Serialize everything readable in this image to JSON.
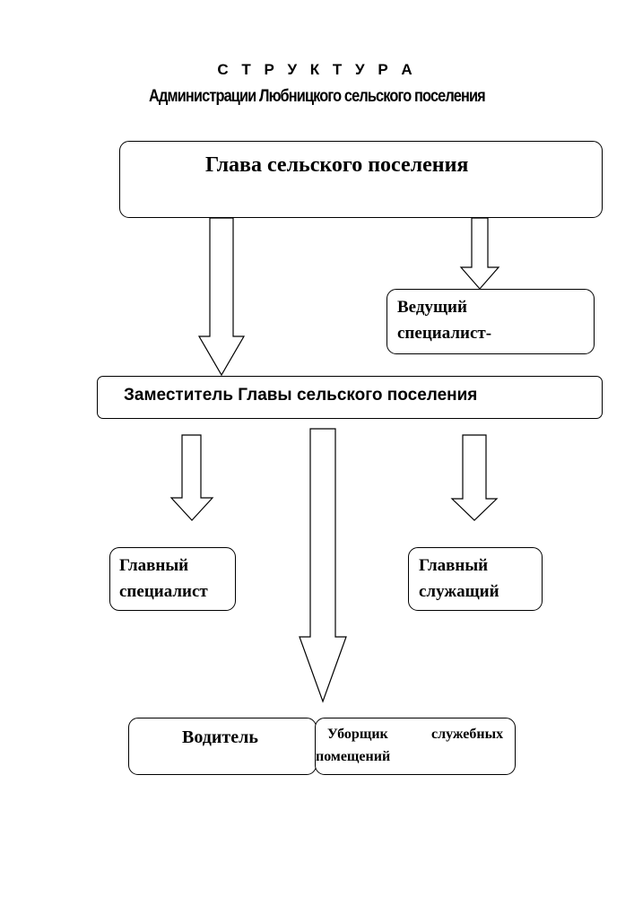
{
  "title": {
    "line1": "С Т Р У К Т У Р А",
    "line2": "Администрации Любницкого сельского поселения"
  },
  "boxes": {
    "head": "Глава сельского поселения",
    "lead_specialist": {
      "line1": "Ведущий",
      "line2": "специалист-"
    },
    "deputy": "Заместитель Главы сельского поселения",
    "chief_specialist": {
      "line1": "Главный",
      "line2": "специалист"
    },
    "chief_employee": {
      "line1": "Главный",
      "line2": "служащий"
    },
    "driver": "Водитель",
    "cleaner": {
      "line1_left": "Уборщик",
      "line1_right": "служебных",
      "line2": "помещений"
    }
  }
}
